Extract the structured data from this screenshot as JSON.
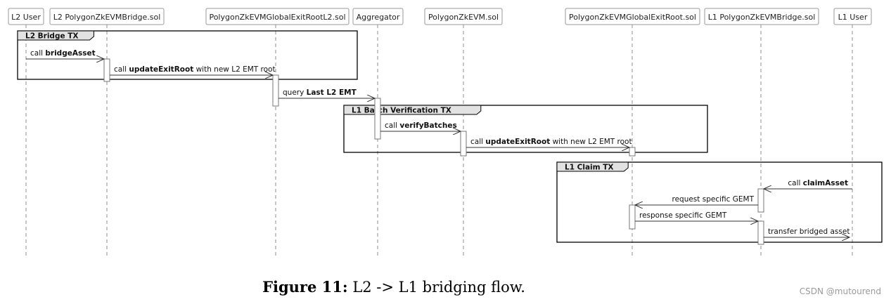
{
  "participants": [
    {
      "id": "l2user",
      "label": "L2 User"
    },
    {
      "id": "l2bridge",
      "label": "L2 PolygonZkEVMBridge.sol"
    },
    {
      "id": "l2ger",
      "label": "PolygonZkEVMGlobalExitRootL2.sol"
    },
    {
      "id": "aggregator",
      "label": "Aggregator"
    },
    {
      "id": "zkevm",
      "label": "PolygonZkEVM.sol"
    },
    {
      "id": "ger",
      "label": "PolygonZkEVMGlobalExitRoot.sol"
    },
    {
      "id": "l1bridge",
      "label": "L1 PolygonZkEVMBridge.sol"
    },
    {
      "id": "l1user",
      "label": "L1 User"
    }
  ],
  "fragments": [
    {
      "label": "L2 Bridge TX"
    },
    {
      "label": "L1 Batch Verification TX"
    },
    {
      "label": "L1 Claim TX"
    }
  ],
  "messages": [
    {
      "from": "l2user",
      "to": "l2bridge",
      "parts": [
        {
          "t": "call "
        },
        {
          "t": "bridgeAsset",
          "b": true
        }
      ]
    },
    {
      "from": "l2bridge",
      "to": "l2ger",
      "parts": [
        {
          "t": "call "
        },
        {
          "t": "updateExitRoot",
          "b": true
        },
        {
          "t": " with new L2 EMT root"
        }
      ]
    },
    {
      "from": "l2ger",
      "to": "aggregator",
      "parts": [
        {
          "t": "query "
        },
        {
          "t": "Last L2 EMT",
          "b": true
        }
      ]
    },
    {
      "from": "aggregator",
      "to": "zkevm",
      "parts": [
        {
          "t": "call "
        },
        {
          "t": "verifyBatches",
          "b": true
        }
      ]
    },
    {
      "from": "zkevm",
      "to": "ger",
      "parts": [
        {
          "t": "call "
        },
        {
          "t": "updateExitRoot",
          "b": true
        },
        {
          "t": " with new L2 EMT root"
        }
      ]
    },
    {
      "from": "l1user",
      "to": "l1bridge",
      "parts": [
        {
          "t": "call "
        },
        {
          "t": "claimAsset",
          "b": true
        }
      ]
    },
    {
      "from": "l1bridge",
      "to": "ger",
      "parts": [
        {
          "t": "request specific GEMT"
        }
      ]
    },
    {
      "from": "ger",
      "to": "l1bridge",
      "parts": [
        {
          "t": "response specific GEMT"
        }
      ]
    },
    {
      "from": "l1bridge",
      "to": "l1user",
      "parts": [
        {
          "t": "transfer bridged asset"
        }
      ]
    }
  ],
  "caption": {
    "figure": "Figure 11:",
    "text": "L2 -> L1 bridging flow."
  },
  "watermark": "CSDN @mutourend"
}
